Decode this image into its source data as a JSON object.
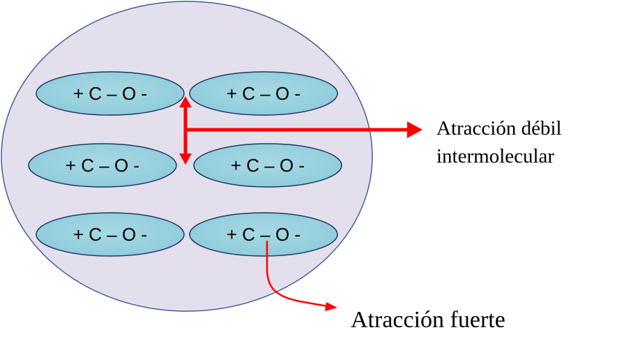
{
  "molecules": [
    {
      "id": "m1",
      "label": "+ C – O -"
    },
    {
      "id": "m2",
      "label": "+ C – O -"
    },
    {
      "id": "m3",
      "label": "+ C – O -"
    },
    {
      "id": "m4",
      "label": "+ C – O -"
    },
    {
      "id": "m5",
      "label": "+ C – O -"
    },
    {
      "id": "m6",
      "label": "+ C – O -"
    }
  ],
  "labels": {
    "weak_line1": "Atracción débil",
    "weak_line2": "intermolecular",
    "strong": "Atracción fuerte"
  },
  "colors": {
    "circle_fill": "#E4DFEC",
    "circle_stroke": "#3F5F9A",
    "molecule_fill": "#92CDDC",
    "molecule_stroke": "#1F3864",
    "arrow": "#FF0000"
  }
}
